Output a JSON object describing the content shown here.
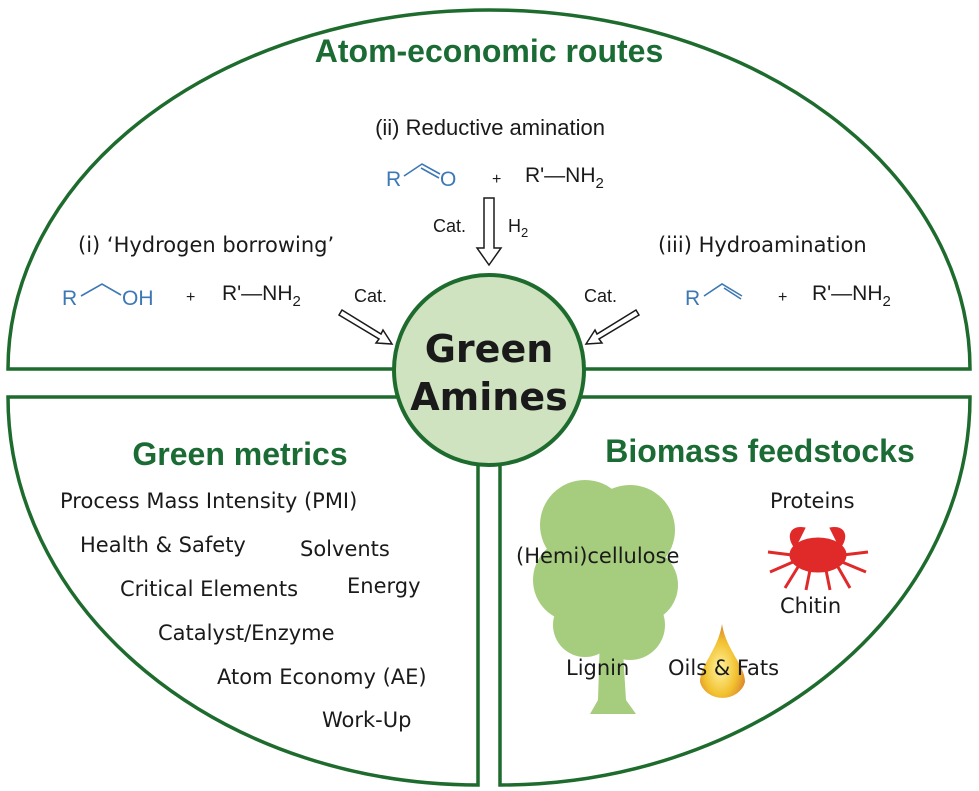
{
  "colors": {
    "outline": "#1e6b2e",
    "title": "#1b6b34",
    "hub_fill": "#cfe3c0",
    "blue": "#3c78b5",
    "tree": "#a6cd7e",
    "crab": "#e02a2a",
    "drop": "#f2c230"
  },
  "top": {
    "title": "Atom-economic routes",
    "route_ii": {
      "label": "(ii) Reductive amination",
      "reactant_r": "R",
      "reactant_o": "O",
      "plus": "+",
      "amine_main": "R'—NH",
      "amine_sub": "2",
      "cat": "Cat.",
      "h2_main": "H",
      "h2_sub": "2"
    },
    "route_i": {
      "label": "(i) ‘Hydrogen borrowing’",
      "reactant_r": "R",
      "reactant_oh": "OH",
      "plus": "+",
      "amine_main": "R'—NH",
      "amine_sub": "2",
      "cat": "Cat."
    },
    "route_iii": {
      "label": "(iii) Hydroamination",
      "reactant_r": "R",
      "plus": "+",
      "amine_main": "R'—NH",
      "amine_sub": "2",
      "cat": "Cat."
    }
  },
  "hub": {
    "line1": "Green",
    "line2": "Amines"
  },
  "metrics": {
    "title": "Green metrics",
    "items": [
      "Process Mass Intensity (PMI)",
      "Health & Safety",
      "Solvents",
      "Critical Elements",
      "Energy",
      "Catalyst/Enzyme",
      "Atom Economy (AE)",
      "Work-Up"
    ]
  },
  "biomass": {
    "title": "Biomass feedstocks",
    "items": [
      "Proteins",
      "(Hemi)cellulose",
      "Chitin",
      "Lignin",
      "Oils & Fats"
    ]
  }
}
